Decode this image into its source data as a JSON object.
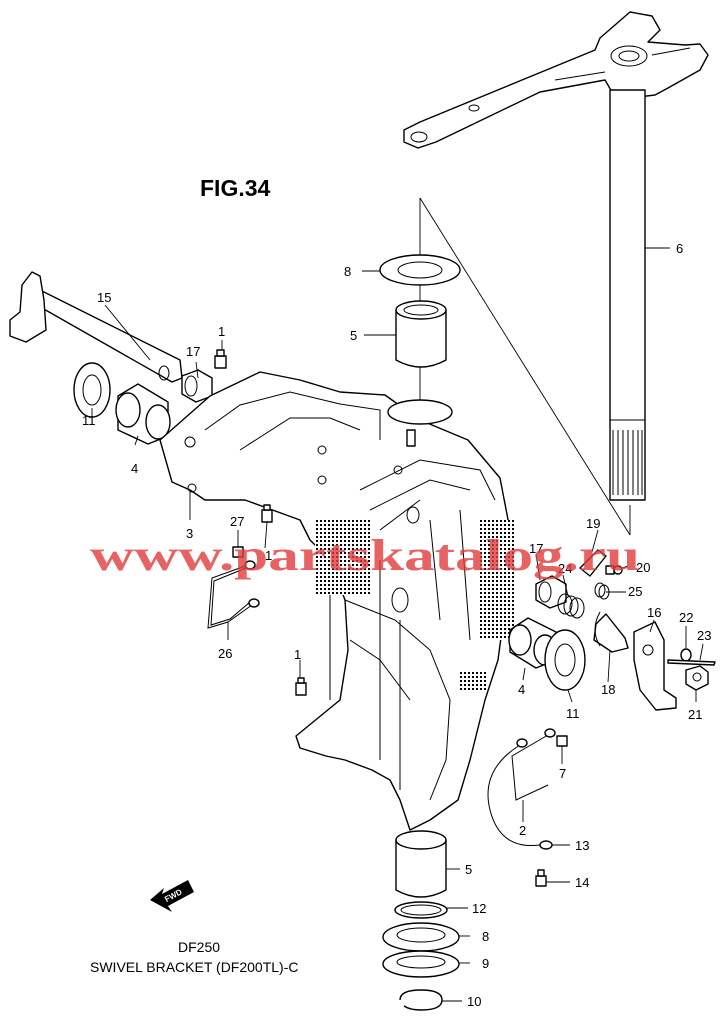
{
  "figure": {
    "title": "FIG.34",
    "model": "DF250",
    "caption": "SWIVEL BRACKET (DF200TL)-C",
    "watermark": "www.partskatalog.ru",
    "fwd_label": "FWD",
    "watermark_color": "#e23b3b"
  },
  "callouts": {
    "c1a": "1",
    "c1b": "1",
    "c1c": "1",
    "c2": "2",
    "c3": "3",
    "c4a": "4",
    "c4b": "4",
    "c5a": "5",
    "c5b": "5",
    "c6": "6",
    "c7": "7",
    "c8a": "8",
    "c8b": "8",
    "c9": "9",
    "c10": "10",
    "c11a": "11",
    "c11b": "11",
    "c12": "12",
    "c13": "13",
    "c14": "14",
    "c15": "15",
    "c16": "16",
    "c17a": "17",
    "c17b": "17",
    "c18": "18",
    "c19": "19",
    "c20": "20",
    "c21": "21",
    "c22": "22",
    "c23": "23",
    "c24": "24",
    "c25": "25",
    "c26": "26",
    "c27": "27"
  }
}
